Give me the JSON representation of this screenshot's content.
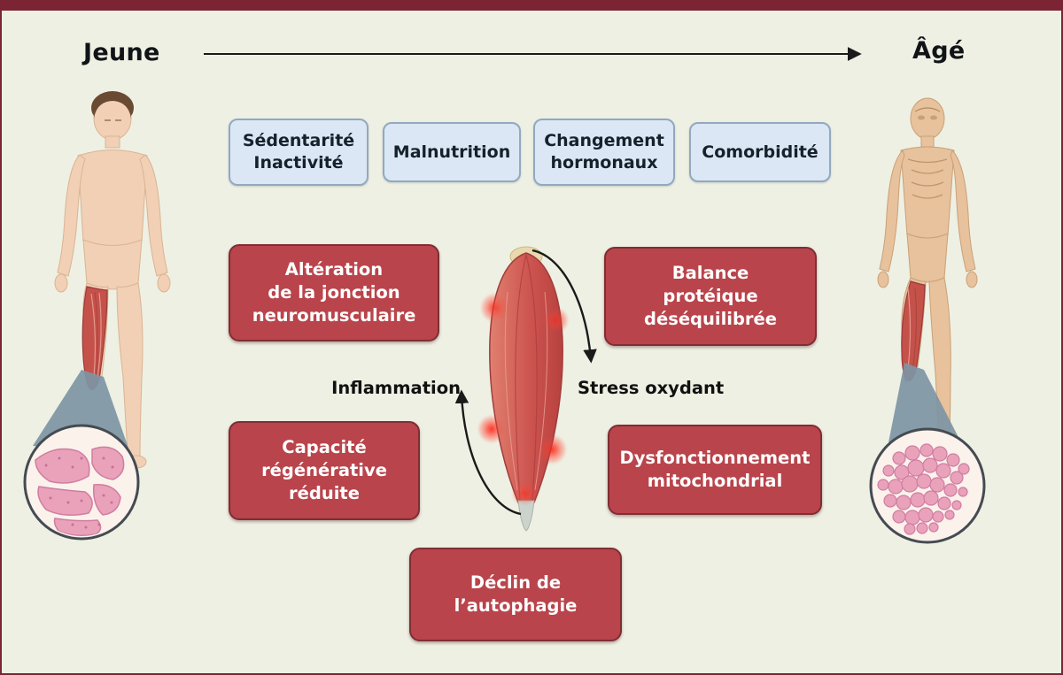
{
  "timeline": {
    "left_label": "Jeune",
    "right_label": "Âgé"
  },
  "cause_boxes": [
    {
      "label": "Sédentarité\nInactivité"
    },
    {
      "label": "Malnutrition"
    },
    {
      "label": "Changement\nhormonaux"
    },
    {
      "label": "Comorbidité"
    }
  ],
  "mechanism_boxes": [
    {
      "label": "Altération\nde la jonction\nneuromusculaire"
    },
    {
      "label": "Balance\nprotéique\ndéséquilibrée"
    },
    {
      "label": "Capacité\nrégénérative\nréduite"
    },
    {
      "label": "Dysfonctionnement\nmitochondrial"
    },
    {
      "label": "Déclin de\nl’autophagie"
    }
  ],
  "cycle_labels": {
    "left": "Inflammation",
    "right": "Stress oxydant"
  },
  "figures": {
    "left": "young-person-illustration",
    "right": "aged-person-illustration",
    "center": "skeletal-muscle-illustration",
    "left_inset": "healthy-muscle-cross-section",
    "right_inset": "atrophied-muscle-cross-section"
  },
  "colors": {
    "background": "#eef0e3",
    "top_bar": "#7b2434",
    "cause_box_fill": "#dbe7f4",
    "cause_box_border": "#92a9bf",
    "mechanism_box_fill": "#b9444b",
    "mechanism_box_border": "#7f2e34",
    "arrow": "#1a1a1a",
    "text_light": "#ffffff",
    "text_dark": "#15222c"
  }
}
